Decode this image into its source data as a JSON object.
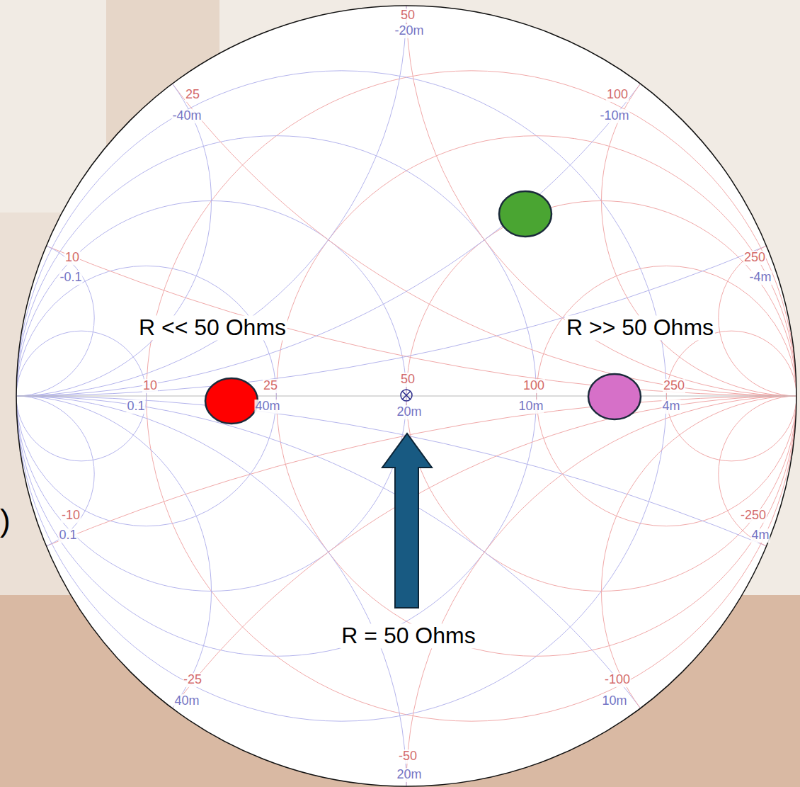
{
  "diagram": {
    "labels": [
      "50",
      "-20m",
      "25",
      "-40m",
      "100",
      "-10m",
      "10",
      "-0.1",
      "250",
      "-4m",
      "R << 50 Ohms",
      "R >> 50 Ohms",
      "10",
      "0.1",
      "25",
      "40m",
      "50",
      "20m",
      "100",
      "10m",
      "250",
      "4m",
      ")",
      "-10",
      "0.1",
      "-250",
      "4m",
      "R = 50 Ohms",
      "-25",
      "40m",
      "-100",
      "10m",
      "-50",
      "20m"
    ]
  }
}
